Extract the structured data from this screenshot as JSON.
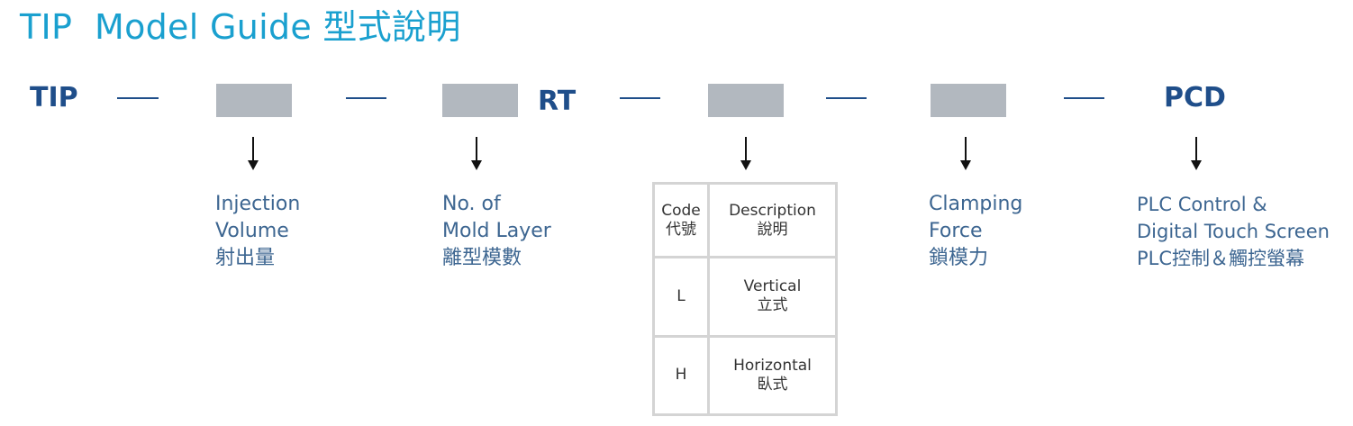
{
  "title": "TIP  Model Guide 型式說明",
  "model_codes": {
    "prefix": "TIP",
    "middle": "RT",
    "suffix": "PCD"
  },
  "fields": [
    {
      "lines": [
        "Injection",
        "Volume",
        "射出量"
      ]
    },
    {
      "lines": [
        "No. of",
        "Mold Layer",
        "離型模數"
      ]
    },
    {
      "lines": [
        "Clamping",
        "Force",
        "鎖模力"
      ]
    },
    {
      "lines": [
        "PLC Control &",
        "Digital Touch Screen",
        "PLC控制＆觸控螢幕"
      ]
    }
  ],
  "table": {
    "header": {
      "code": [
        "Code",
        "代號"
      ],
      "description": [
        "Description",
        "說明"
      ]
    },
    "rows": [
      {
        "code": "L",
        "description": [
          "Vertical",
          "立式"
        ]
      },
      {
        "code": "H",
        "description": [
          "Horizontal",
          "臥式"
        ]
      }
    ]
  },
  "colors": {
    "title": "#1aa0cf",
    "code": "#1f4e8a",
    "box": "#b2b8bf",
    "description": "#3d6691",
    "table_border": "#d4d4d4"
  }
}
